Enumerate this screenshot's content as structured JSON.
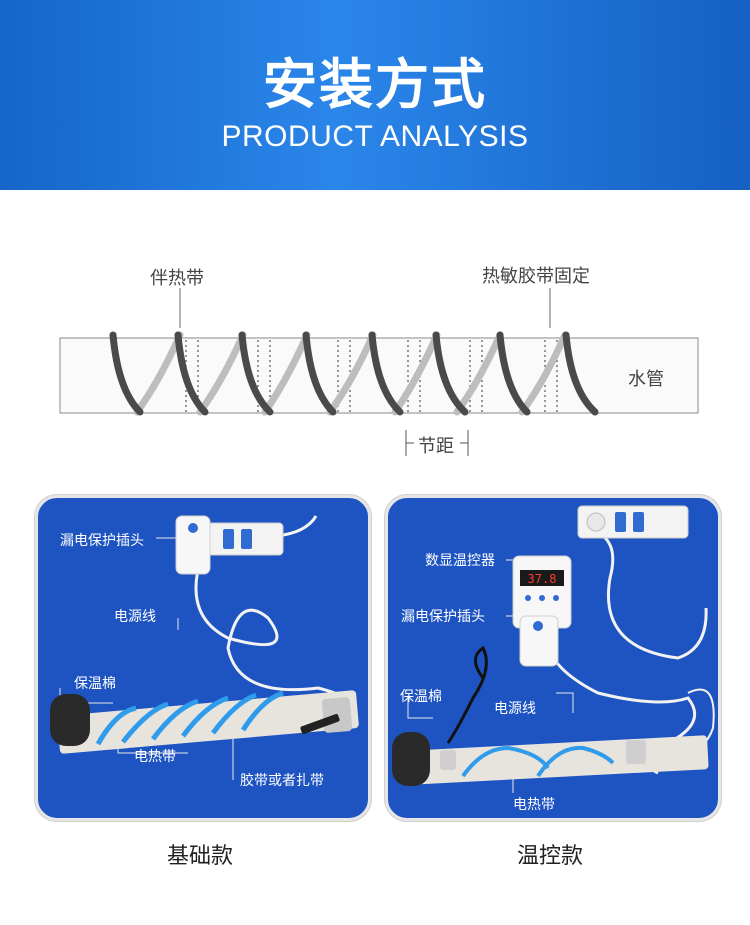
{
  "header": {
    "title": "安装方式",
    "subtitle": "PRODUCT ANALYSIS"
  },
  "diagram": {
    "heat_tape_label": "伴热带",
    "fixing_tape_label": "热敏胶带固定",
    "pipe_label": "水管",
    "pitch_label": "节距"
  },
  "basic": {
    "plug_label": "漏电保护插头",
    "cable_label": "电源线",
    "insulation_label": "保温棉",
    "heating_label": "电热带",
    "tape_label": "胶带或者扎带",
    "caption": "基础款"
  },
  "thermo": {
    "thermostat_label": "数显温控器",
    "plug_label": "漏电保护插头",
    "insulation_label": "保温棉",
    "cable_label": "电源线",
    "heating_label": "电热带",
    "caption": "温控款",
    "display_value": "37.8"
  },
  "colors": {
    "banner": "#1f74dc",
    "panel": "#1d54c2",
    "heat_band": "#2f9bea"
  }
}
